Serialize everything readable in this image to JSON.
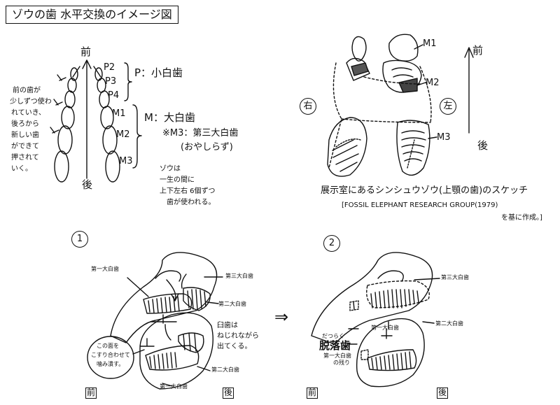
{
  "title": "ゾウの歯 水平交換のイメージ図",
  "top_left": {
    "front": "前",
    "back": "後",
    "premolar_labels": [
      "P2",
      "P3",
      "P4"
    ],
    "molar_labels": [
      "M1",
      "M2",
      "M3"
    ],
    "premolar_legend": "P：小白歯",
    "molar_legend": "M：大白歯",
    "m3_note_line1": "※M3：第三大白歯",
    "m3_note_line2": "(おやしらず)",
    "left_note": [
      "前の歯が",
      "少しずつ使わ",
      "れていき、",
      "後ろから",
      "新しい歯",
      "ができて",
      "押されて",
      "いく。"
    ],
    "lifetime_note": [
      "ゾウは",
      "一生の間に",
      "上下左右 6個ずつ",
      "歯が使われる。"
    ]
  },
  "top_right": {
    "labels": [
      "M1",
      "M2",
      "M3"
    ],
    "right_side": "右",
    "left_side": "左",
    "front": "前",
    "back": "後",
    "caption_line1": "展示室にあるシンシュウゾウ(上顎の歯)のスケッチ",
    "caption_line2": "[FOSSIL ELEPHANT RESEARCH GROUP(1979)",
    "caption_line3": "を基に作成。]"
  },
  "panel1": {
    "number": "1",
    "label_m1_top": "第一大白歯",
    "label_m3_top": "第三大白歯",
    "label_m2_top": "第二大白歯",
    "twist_note_line1": "臼歯は",
    "twist_note_line2": "ねじれながら",
    "twist_note_line3": "出てくる。",
    "label_m2_bottom": "第二大白歯",
    "label_m1_bottom": "第一大白歯",
    "bubble_lines": [
      "この面を",
      "こすり合わせて",
      "噛み潰す。"
    ],
    "front": "前",
    "back": "後"
  },
  "arrow": "⇒",
  "panel2": {
    "number": "2",
    "label_m3": "第三大白歯",
    "label_m1": "第一大白歯",
    "label_m2_right": "第二大白歯",
    "ruby": "だつらく",
    "dropout": "脱落歯",
    "dropout_sub1": "第一大白歯",
    "dropout_sub2": "の残り",
    "front": "前",
    "back": "後"
  },
  "colors": {
    "ink": "#111111",
    "paper": "#ffffff"
  },
  "icons": [
    "front-arrow-icon",
    "rotation-arrow-icon",
    "brace-icon"
  ]
}
